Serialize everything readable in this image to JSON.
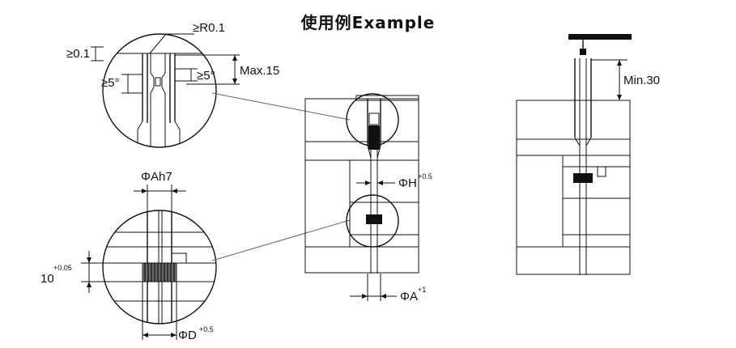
{
  "title": "使用例Example",
  "labels": {
    "r01": "≥R0.1",
    "ge01": "≥0.1",
    "ge5_left": "≥5°",
    "ge5_right": "≥5°",
    "max15": "Max.15",
    "min30": "Min.30",
    "phi_ah7": "ΦAh7",
    "phi_h": "ΦH",
    "phi_h_tol": "+0.5",
    "phi_a": "ΦA",
    "phi_a_tol": "+1",
    "phi_d": "ΦD",
    "phi_d_tol": "+0.5",
    "ten": "10",
    "ten_tol": "+0.05"
  },
  "colors": {
    "ink": "#111111",
    "knurl": "#2a2a2a",
    "leader": "#666666"
  }
}
